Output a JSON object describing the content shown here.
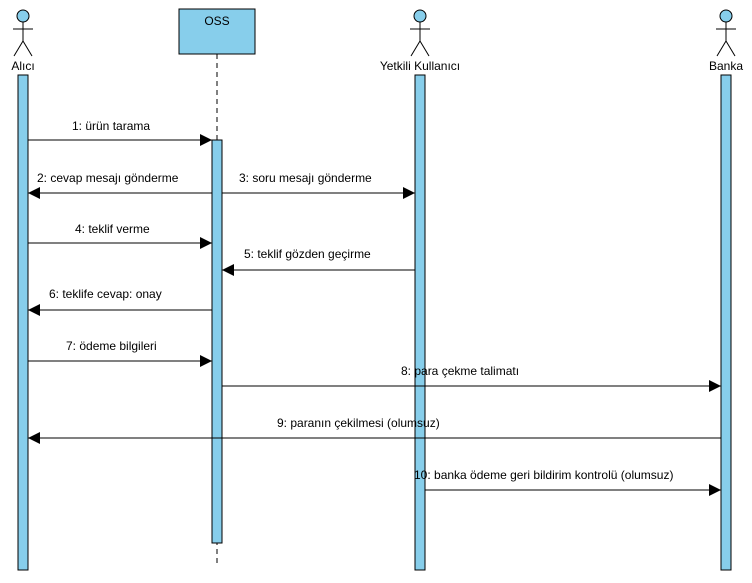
{
  "colors": {
    "lifeline_fill": "#87ceeb",
    "stroke": "#000000",
    "actor_fill": "#87ceeb"
  },
  "participants": {
    "alici": {
      "label": "Alıcı",
      "kind": "actor"
    },
    "oss": {
      "label": "OSS",
      "kind": "object"
    },
    "yetkili": {
      "label": "Yetkili Kullanıcı",
      "kind": "actor"
    },
    "banka": {
      "label": "Banka",
      "kind": "actor"
    }
  },
  "messages": [
    {
      "label": "1: ürün tarama"
    },
    {
      "label": "2: cevap mesajı gönderme"
    },
    {
      "label": "3: soru mesajı gönderme"
    },
    {
      "label": "4: teklif verme"
    },
    {
      "label": "5: teklif gözden geçirme"
    },
    {
      "label": "6: teklife cevap: onay"
    },
    {
      "label": "7: ödeme bilgileri"
    },
    {
      "label": "8: para çekme talimatı"
    },
    {
      "label": "9: paranın çekilmesi (olumsuz)"
    },
    {
      "label": "10: banka ödeme geri bildirim kontrolü (olumsuz)"
    }
  ]
}
